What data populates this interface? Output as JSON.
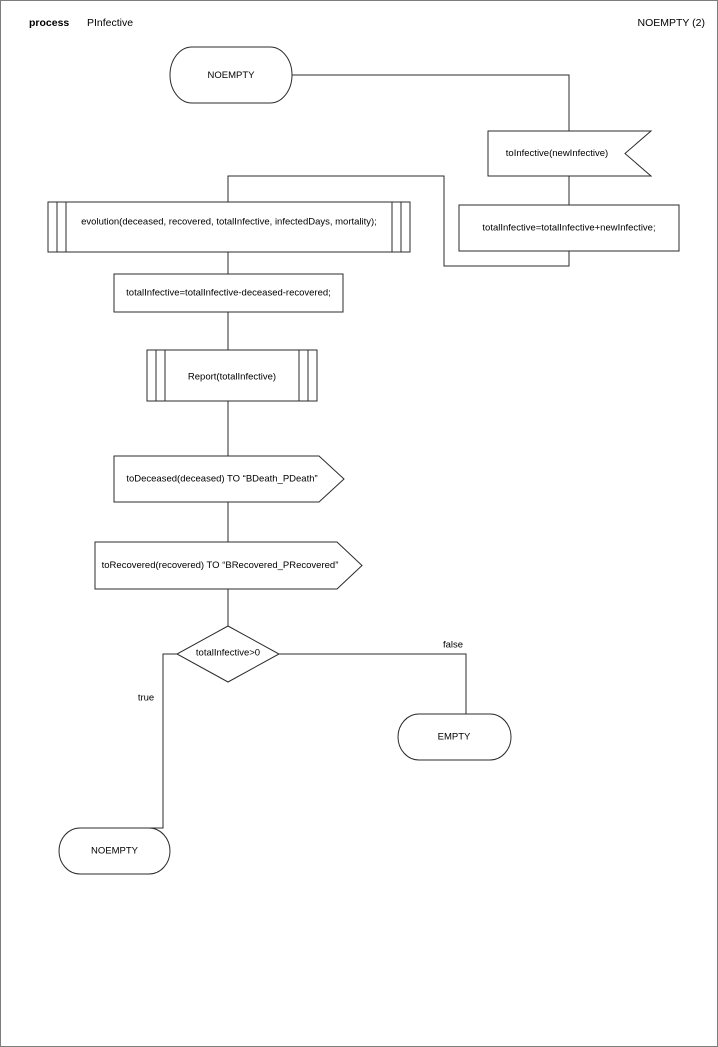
{
  "header": {
    "kind_label": "process",
    "process_name": "PInfective",
    "state_label": "NOEMPTY (2)"
  },
  "diagram": {
    "type": "flowchart",
    "nodes": [
      {
        "id": "start-noempty",
        "shape": "terminal",
        "label": "NOEMPTY"
      },
      {
        "id": "to-infective",
        "shape": "message-receive",
        "label": "toInfective(newInfective)"
      },
      {
        "id": "add-new-infective",
        "shape": "process",
        "label": "totalInfective=totalInfective+newInfective;"
      },
      {
        "id": "evolution",
        "shape": "predefined-process",
        "label": "evolution(deceased, recovered, totalInfective, infectedDays, mortality);"
      },
      {
        "id": "subtract-removed",
        "shape": "process",
        "label": "totalInfective=totalInfective-deceased-recovered;"
      },
      {
        "id": "report",
        "shape": "predefined-process",
        "label": "Report(totalInfective)"
      },
      {
        "id": "to-deceased",
        "shape": "message-send",
        "label": "toDeceased(deceased) TO “BDeath_PDeath”"
      },
      {
        "id": "to-recovered",
        "shape": "message-send",
        "label": "toRecovered(recovered) TO “BRecovered_PRecovered”"
      },
      {
        "id": "decision",
        "shape": "decision",
        "label": "totalInfective>0"
      },
      {
        "id": "end-empty",
        "shape": "terminal",
        "label": "EMPTY"
      },
      {
        "id": "end-noempty",
        "shape": "terminal",
        "label": "NOEMPTY"
      }
    ],
    "edge_labels": {
      "decision_true": "true",
      "decision_false": "false"
    },
    "colors": {
      "stroke": "#2b2b2b",
      "fill": "#ffffff",
      "page_border": "#7d7d7d",
      "text": "#000000"
    }
  }
}
